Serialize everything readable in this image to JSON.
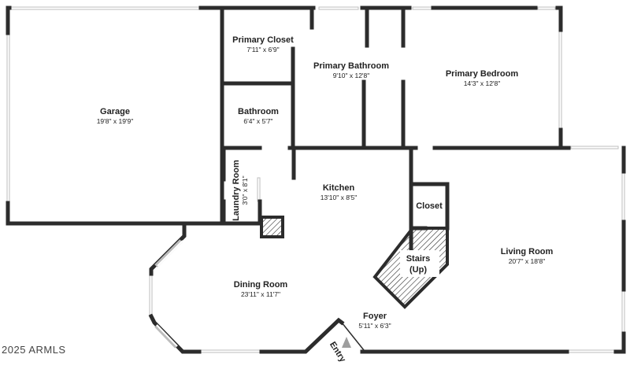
{
  "rooms": {
    "garage": {
      "name": "Garage",
      "dims": "19'8\" x 19'9\""
    },
    "primary_closet": {
      "name": "Primary Closet",
      "dims": "7'11\" x 6'9\""
    },
    "primary_bathroom": {
      "name": "Primary Bathroom",
      "dims": "9'10\" x 12'8\""
    },
    "primary_bedroom": {
      "name": "Primary Bedroom",
      "dims": "14'3\" x 12'8\""
    },
    "bathroom": {
      "name": "Bathroom",
      "dims": "6'4\" x 5'7\""
    },
    "laundry_room": {
      "name": "Laundry Room",
      "dims": "3'0\" x 8'1\""
    },
    "kitchen": {
      "name": "Kitchen",
      "dims": "13'10\" x 8'5\""
    },
    "closet": {
      "name": "Closet"
    },
    "stairs": {
      "name": "Stairs",
      "note": "(Up)"
    },
    "living_room": {
      "name": "Living Room",
      "dims": "20'7\" x 18'8\""
    },
    "dining_room": {
      "name": "Dining Room",
      "dims": "23'11\" x 11'7\""
    },
    "foyer": {
      "name": "Foyer",
      "dims": "5'11\" x 6'3\""
    }
  },
  "entry_label": "Entry",
  "copyright": "2025 ARMLS",
  "colors": {
    "wall": "#2c2c2c",
    "window": "#bdbdbd",
    "background": "#ffffff"
  }
}
